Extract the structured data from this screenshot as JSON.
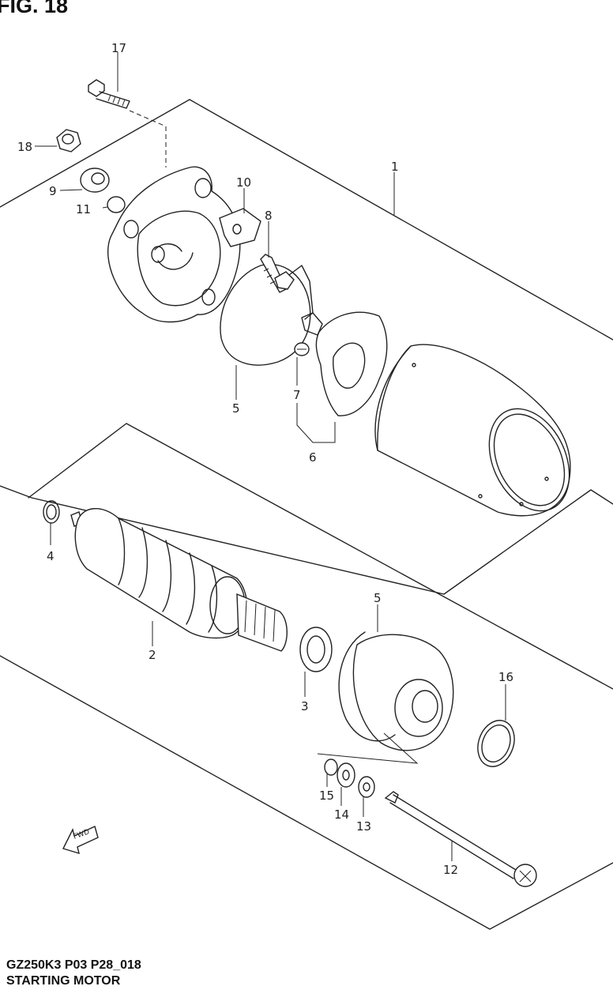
{
  "figure": {
    "title": "FIG. 18"
  },
  "footer": {
    "code": "GZ250K3 P03 P28_018",
    "caption": "STARTING MOTOR"
  },
  "forward_marker": {
    "text": "FWD"
  },
  "callouts": [
    {
      "id": "17",
      "label": "17"
    },
    {
      "id": "18",
      "label": "18"
    },
    {
      "id": "9",
      "label": "9"
    },
    {
      "id": "11",
      "label": "11"
    },
    {
      "id": "10",
      "label": "10"
    },
    {
      "id": "8",
      "label": "8"
    },
    {
      "id": "1",
      "label": "1"
    },
    {
      "id": "5a",
      "label": "5"
    },
    {
      "id": "7",
      "label": "7"
    },
    {
      "id": "6",
      "label": "6"
    },
    {
      "id": "4",
      "label": "4"
    },
    {
      "id": "2",
      "label": "2"
    },
    {
      "id": "5b",
      "label": "5"
    },
    {
      "id": "3",
      "label": "3"
    },
    {
      "id": "16",
      "label": "16"
    },
    {
      "id": "15",
      "label": "15"
    },
    {
      "id": "14",
      "label": "14"
    },
    {
      "id": "13",
      "label": "13"
    },
    {
      "id": "12",
      "label": "12"
    }
  ]
}
